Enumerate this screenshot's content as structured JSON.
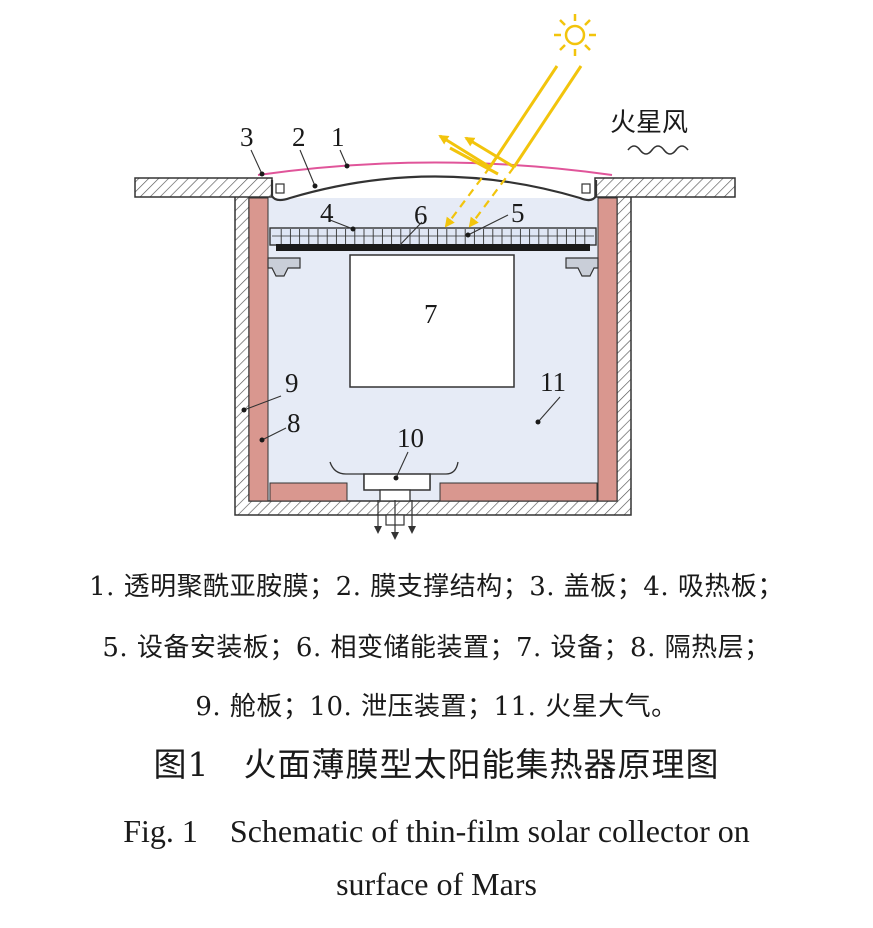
{
  "diagram": {
    "callouts": {
      "c1": "1",
      "c2": "2",
      "c3": "3",
      "c4": "4",
      "c5": "5",
      "c6": "6",
      "c7": "7",
      "c8": "8",
      "c9": "9",
      "c10": "10",
      "c11": "11"
    },
    "wind_label": "火星风",
    "colors": {
      "insulation": "#d9978f",
      "chamber": "#e6ebf6",
      "sunlight": "#f2c40c",
      "membrane": "#e0559a",
      "outline": "#333333"
    },
    "icons": [
      "sun-icon",
      "wind-wave-icon"
    ]
  },
  "legend": {
    "line1": "1. 透明聚酰亚胺膜；2. 膜支撑结构；3. 盖板；4. 吸热板；",
    "line2": "5. 设备安装板；6. 相变储能装置；7. 设备；8. 隔热层；",
    "line3": "9. 舱板；10. 泄压装置；11. 火星大气。"
  },
  "caption": {
    "cn": "图1　火面薄膜型太阳能集热器原理图",
    "en_line1": "Fig. 1　Schematic of thin-film solar collector on",
    "en_line2": "surface of Mars"
  }
}
